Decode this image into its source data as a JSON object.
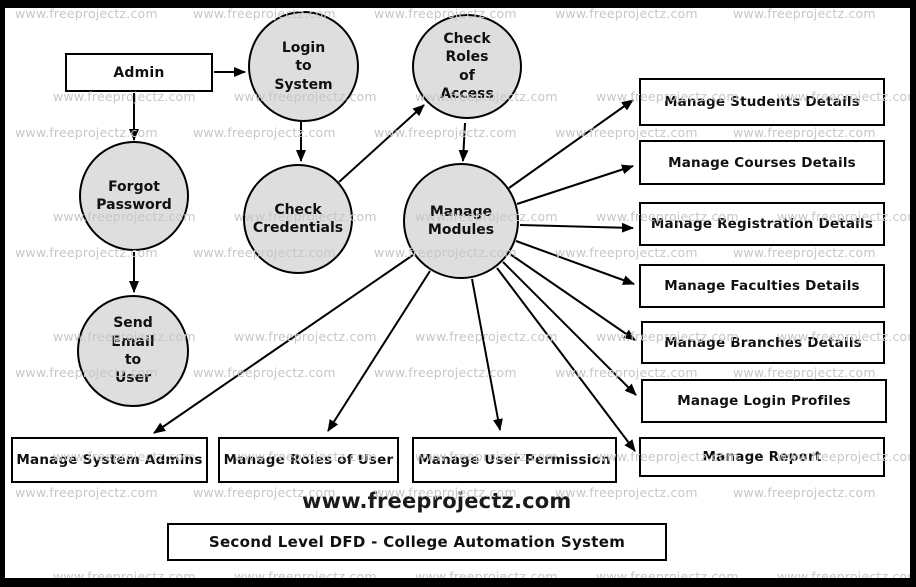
{
  "watermark_text": "www.freeprojectz.com",
  "brand_text": "www.freeprojectz.com",
  "title": "Second Level DFD - College Automation System",
  "entities": {
    "admin": "Admin"
  },
  "processes": {
    "login": "Login\nto\nSystem",
    "check_roles": "Check\nRoles\nof\nAccess",
    "check_credentials": "Check\nCredentials",
    "manage_modules": "Manage\nModules",
    "forgot_password": "Forgot\nPassword",
    "send_email": "Send\nEmail\nto\nUser"
  },
  "modules": {
    "students": "Manage Students Details",
    "courses": "Manage Courses Details",
    "registration": "Manage Registration Details",
    "faculties": "Manage Faculties Details",
    "branches": "Manage Branches Details",
    "login_profiles": "Manage Login Profiles",
    "report": "Manage Report",
    "system_admins": "Manage System Admins",
    "roles_of_user": "Manage Roles of User",
    "user_permission": "Manage User Permission"
  },
  "colors": {
    "process_fill": "#dedede",
    "stroke": "#000000",
    "watermark": "#c7c7c7"
  }
}
